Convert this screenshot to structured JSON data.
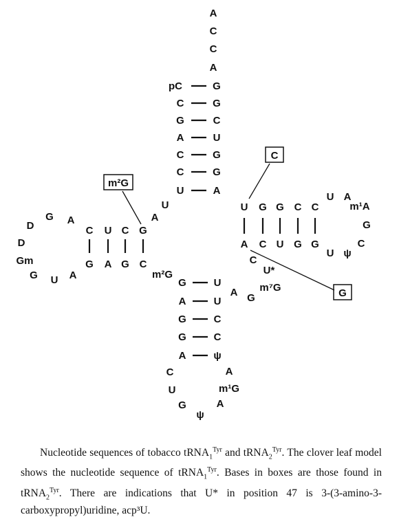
{
  "strands": {
    "acceptor_tail": [
      "A",
      "C",
      "C",
      "A"
    ],
    "acceptor_5prime": [
      "pC",
      "C",
      "G",
      "A",
      "C",
      "C",
      "U"
    ],
    "acceptor_3prime": [
      "G",
      "G",
      "C",
      "U",
      "G",
      "G",
      "A"
    ],
    "junction_1": [
      "U",
      "A"
    ],
    "d_stem_top": [
      "C",
      "U",
      "C",
      "G"
    ],
    "d_loop": [
      "A",
      "G",
      "D",
      "D",
      "Gm",
      "G",
      "U",
      "A"
    ],
    "d_stem_bottom": [
      "G",
      "A",
      "G",
      "C"
    ],
    "m22G": "m²G",
    "anticodon_5prime": [
      "G",
      "A",
      "G",
      "G",
      "A"
    ],
    "anticodon_3prime": [
      "U",
      "U",
      "C",
      "C",
      "ψ"
    ],
    "anticodon_loop": [
      "C",
      "U",
      "G",
      "ψ",
      "A",
      "m¹G",
      "A"
    ],
    "variable_loop": [
      "A",
      "G",
      "m⁷G",
      "U*",
      "C"
    ],
    "t_stem_top": [
      "U",
      "G",
      "G",
      "C",
      "C"
    ],
    "t_loop": [
      "U",
      "A",
      "m¹A",
      "G",
      "C",
      "ψ",
      "U"
    ],
    "t_stem_bottom": [
      "A",
      "C",
      "U",
      "G",
      "G"
    ]
  },
  "boxed_bases": {
    "c_box": "C",
    "m2g_box": "m²G",
    "g_box": "G"
  },
  "caption": {
    "part1": "Nucleotide sequences of tobacco tRNA",
    "sub1": "1",
    "sup_tyr": "Tyr",
    "part2": " and tRNA",
    "sub2": "2",
    "part3": ". The clover leaf model shows the nucleotide sequence of tRNA",
    "sub3": "1",
    "part4": ". Bases in boxes are those found in tRNA",
    "sub4": "2",
    "part5": ". There are indications that U* in position 47 is 3-(3-amino-3-carboxypropyl)uridine, acp³U."
  }
}
